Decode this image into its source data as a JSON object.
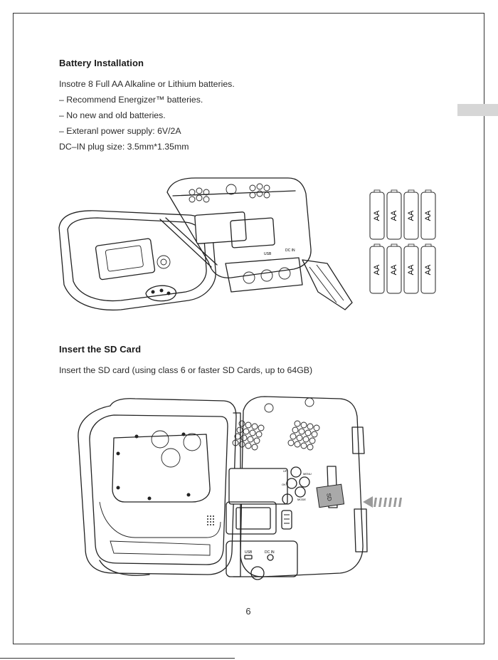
{
  "battery": {
    "heading": "Battery Installation",
    "lines": [
      "Insotre 8 Full AA Alkaline or Lithium batteries.",
      "– Recommend Energizer™ batteries.",
      "– No new and old batteries.",
      "– Exteranl power supply: 6V/2A",
      "DC–IN plug size: 3.5mm*1.35mm"
    ],
    "camera_labels": {
      "usb": "USB",
      "dcin": "DC IN"
    },
    "cell_label": "AA"
  },
  "sd": {
    "heading": "Insert the SD Card",
    "line": "Insert the SD card (using class 6 or faster SD Cards, up to 64GB)",
    "card_label": "SD",
    "camera_labels": {
      "usb": "USB",
      "dcin": "DC IN",
      "up": "UP",
      "menu": "MENU",
      "ok": "OK",
      "mode": "MODE"
    }
  },
  "page_number": "6"
}
